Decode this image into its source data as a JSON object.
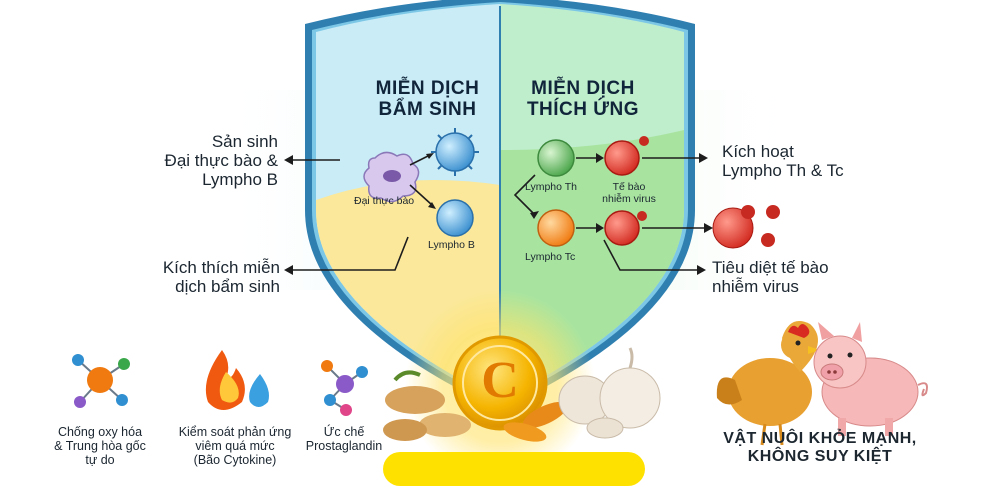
{
  "shield": {
    "left_title": [
      "MIỄN DỊCH",
      "BẨM SINH"
    ],
    "right_title": [
      "MIỄN DỊCH",
      "THÍCH ỨNG"
    ]
  },
  "cells": {
    "macrophage": "Đại thực bào",
    "lympho_b": "Lympho B",
    "lympho_th": "Lympho Th",
    "lympho_tc": "Lympho Tc",
    "infected": [
      "Tế bào",
      "nhiễm virus"
    ]
  },
  "callouts": {
    "produce": [
      "Sản sinh",
      "Đại thực bào &",
      "Lympho B"
    ],
    "stimulate": [
      "Kích thích miễn",
      "dịch bẩm sinh"
    ],
    "activate": [
      "Kích hoạt",
      "Lympho Th & Tc"
    ],
    "destroy": [
      "Tiêu diệt tế bào",
      "nhiễm virus"
    ]
  },
  "benefits": [
    {
      "icon": "molecule-orange-icon",
      "lines": [
        "Chống oxy hóa",
        "& Trung hòa gốc",
        "tự do"
      ]
    },
    {
      "icon": "fire-water-icon",
      "lines": [
        "Kiểm soát phản ứng",
        "viêm quá mức",
        "(Bão Cytokine)"
      ]
    },
    {
      "icon": "molecule-purple-icon",
      "lines": [
        "Ức chế",
        "Prostaglandin"
      ]
    }
  ],
  "vitamin_badge": "C",
  "result": [
    "VẬT NUÔI KHỎE MẠNH,",
    "KHÔNG SUY KIỆT"
  ],
  "colors": {
    "shield_left": "#fbe89a",
    "shield_right": "#a8e4a0",
    "shield_top_left": "#c9ecf7",
    "shield_top_right": "#bfeecd",
    "shield_rim": "#2f7fb1",
    "vitamin": "#f5b400",
    "bar": "#ffe100"
  }
}
